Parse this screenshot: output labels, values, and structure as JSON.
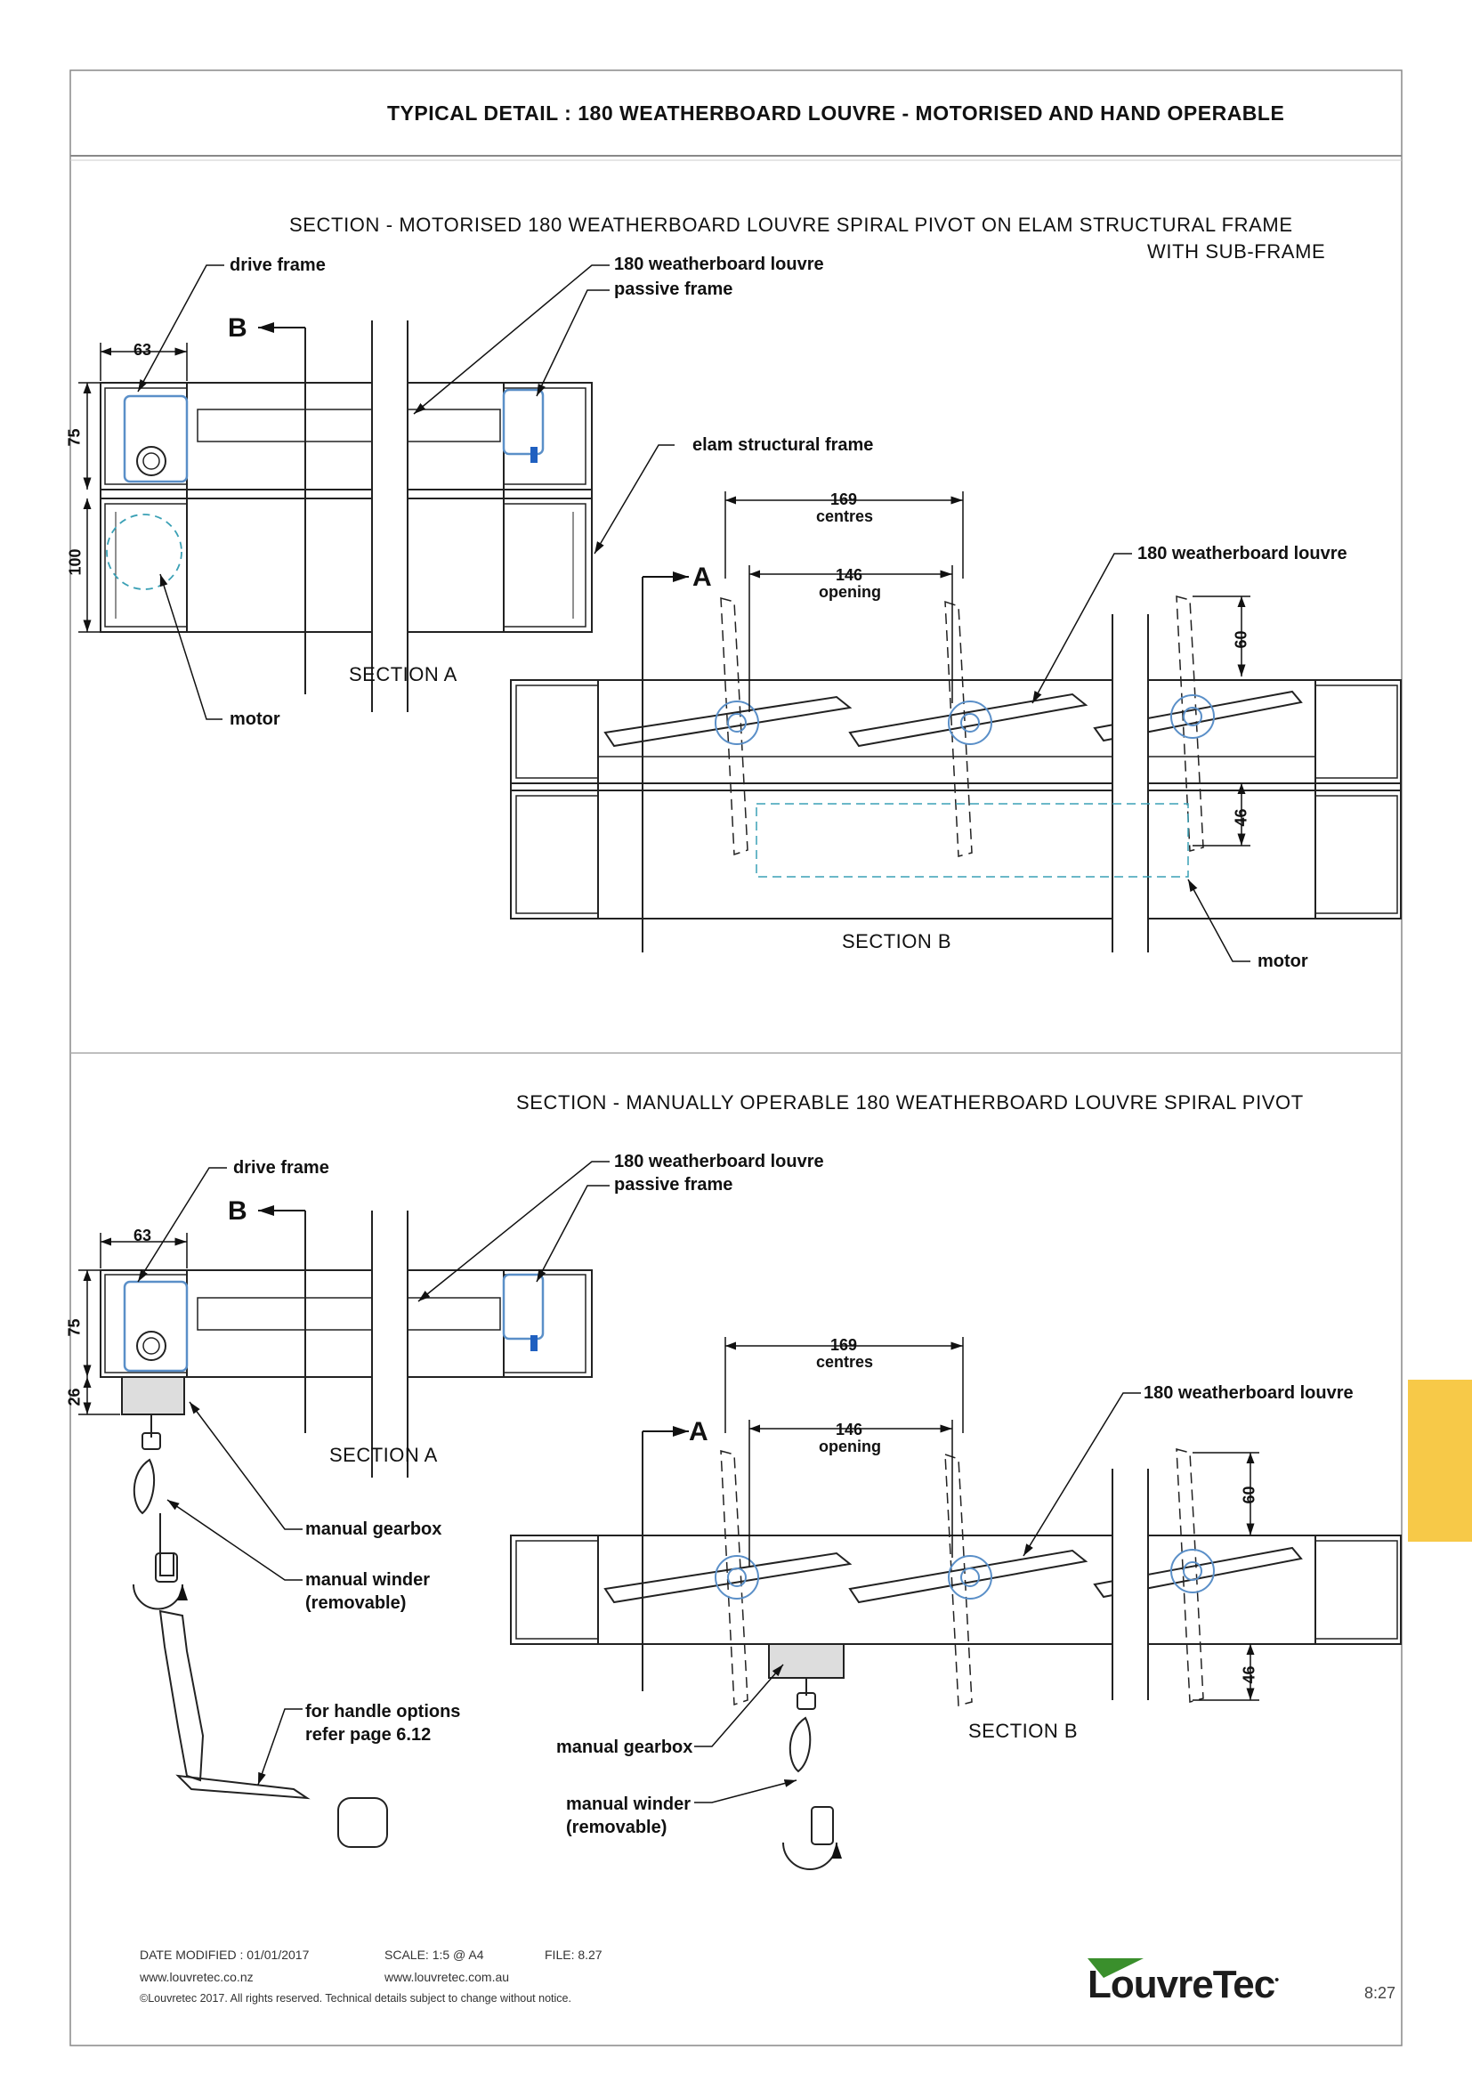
{
  "page_title": "TYPICAL DETAIL : 180 WEATHERBOARD LOUVRE - MOTORISED AND HAND OPERABLE",
  "top": {
    "heading_line1": "SECTION - MOTORISED 180 WEATHERBOARD LOUVRE SPIRAL PIVOT ON ELAM STRUCTURAL FRAME",
    "heading_line2": "WITH SUB-FRAME",
    "labels": {
      "drive_frame": "drive frame",
      "louvre": "180 weatherboard louvre",
      "passive_frame": "passive frame",
      "elam": "elam structural frame",
      "louvre2": "180 weatherboard louvre",
      "motor_a": "motor",
      "motor_b": "motor"
    },
    "section_a": "SECTION A",
    "section_b": "SECTION B",
    "marker_a": "A",
    "marker_b": "B",
    "dims": {
      "w63": "63",
      "h75": "75",
      "h100": "100",
      "c169": "169",
      "centres": "centres",
      "c146": "146",
      "opening": "opening",
      "h60": "60",
      "h46": "46"
    }
  },
  "bottom": {
    "heading": "SECTION - MANUALLY OPERABLE 180 WEATHERBOARD LOUVRE SPIRAL PIVOT",
    "labels": {
      "drive_frame": "drive frame",
      "louvre": "180 weatherboard louvre",
      "passive_frame": "passive frame",
      "louvre2": "180 weatherboard louvre",
      "gearbox_a": "manual gearbox",
      "winder_a_1": "manual winder",
      "winder_a_2": "(removable)",
      "handle_1": "for handle options",
      "handle_2": "refer page 6.12",
      "gearbox_b": "manual gearbox",
      "winder_b_1": "manual winder",
      "winder_b_2": "(removable)"
    },
    "section_a": "SECTION A",
    "section_b": "SECTION B",
    "marker_a": "A",
    "marker_b": "B",
    "dims": {
      "w63": "63",
      "h75": "75",
      "h26": "26",
      "c169": "169",
      "centres": "centres",
      "c146": "146",
      "opening": "opening",
      "h60": "60",
      "h46": "46"
    }
  },
  "footer": {
    "date": "DATE MODIFIED : 01/01/2017",
    "scale": "SCALE: 1:5 @ A4",
    "file": "FILE: 8.27",
    "url_nz": "www.louvretec.co.nz",
    "url_au": "www.louvretec.com.au",
    "copyright": "©Louvretec 2017. All rights reserved. Technical details subject to change without notice.",
    "logo": "LouvreTec",
    "page": "8:27"
  },
  "colors": {
    "accent_tab": "#f7c948",
    "logo_green": "#3a8f2c",
    "blue_detail": "#5a8fc8",
    "dash_cyan": "#3aa0b5"
  }
}
